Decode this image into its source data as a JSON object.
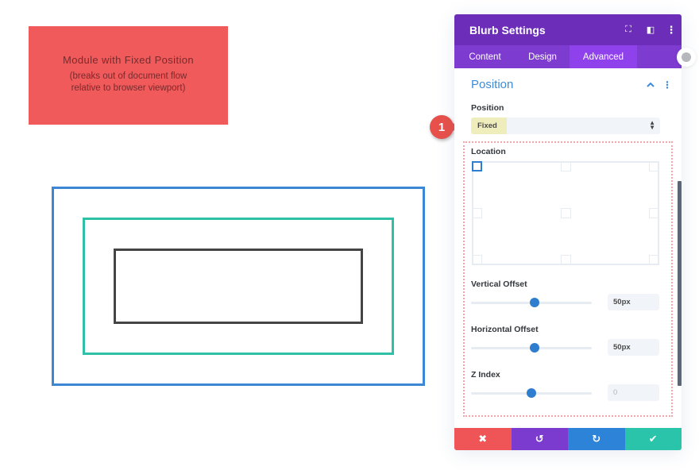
{
  "canvas": {
    "fixed_module": {
      "title": "Module with Fixed Position",
      "subtitle_line1": "(breaks out of document flow",
      "subtitle_line2": "relative to browser viewport)",
      "color": "#f05a5b"
    },
    "boxes": {
      "outer_color": "#3c86d6",
      "middle_color": "#2fc1a8",
      "inner_color": "#454545"
    }
  },
  "annotation": {
    "badge_number": "1"
  },
  "panel": {
    "title": "Blurb Settings",
    "header_icons": [
      "expand-icon",
      "sidebar-toggle-icon",
      "more-options-icon"
    ],
    "header_icon_glyphs": [
      "⛶",
      "◧",
      "⋮"
    ],
    "tabs": [
      {
        "label": "Content",
        "active": false
      },
      {
        "label": "Design",
        "active": false
      },
      {
        "label": "Advanced",
        "active": true
      }
    ],
    "section": {
      "title": "Position",
      "collapse_glyph": "^",
      "menu_glyph": "⋮"
    },
    "position_field": {
      "label": "Position",
      "value": "Fixed",
      "arrows": "▴▾"
    },
    "location": {
      "label": "Location",
      "selected": "top-left"
    },
    "vertical_offset": {
      "label": "Vertical Offset",
      "value": "50px",
      "slider_percent": 52
    },
    "horizontal_offset": {
      "label": "Horizontal Offset",
      "value": "50px",
      "slider_percent": 52
    },
    "z_index": {
      "label": "Z Index",
      "value": "0",
      "slider_percent": 49
    },
    "footer": {
      "cancel_glyph": "✖",
      "undo_glyph": "↺",
      "redo_glyph": "↻",
      "save_glyph": "✔",
      "colors": {
        "cancel": "#ef5556",
        "undo": "#7b3bcf",
        "redo": "#2d83d8",
        "save": "#29c4a9"
      }
    }
  }
}
